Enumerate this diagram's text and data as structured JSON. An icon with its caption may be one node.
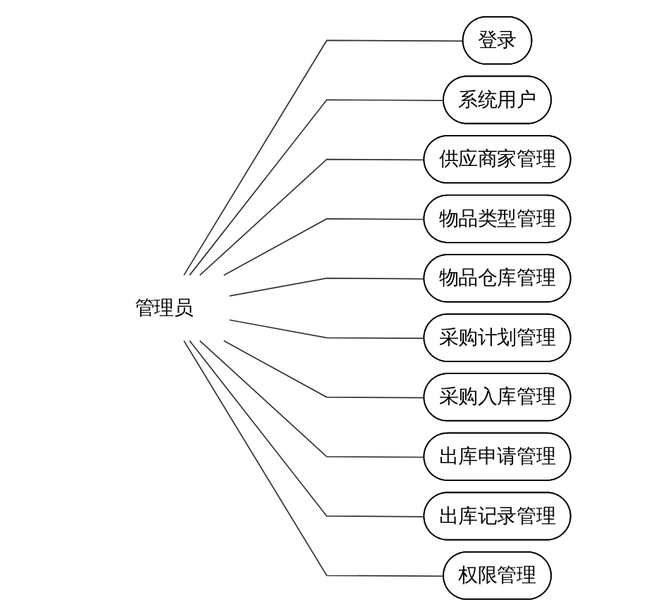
{
  "diagram": {
    "nodes": [
      {
        "text": [
          "管理员"
        ]
      },
      {
        "text": [
          "登录"
        ]
      },
      {
        "text": [
          "系统用户"
        ]
      },
      {
        "text": [
          "供应商家管理"
        ]
      },
      {
        "text": [
          "物品类型管理"
        ]
      },
      {
        "text": [
          "物品仓库管理"
        ]
      },
      {
        "text": [
          "采购计划管理"
        ]
      },
      {
        "text": [
          "采购入库管理"
        ]
      },
      {
        "text": [
          "出库申请管理"
        ]
      },
      {
        "text": [
          "出库记录管理"
        ]
      },
      {
        "text": [
          "权限管理"
        ]
      }
    ],
    "edges": [
      {
        "from": 0,
        "to": 1,
        "arrow": "none"
      },
      {
        "from": 0,
        "to": 2,
        "arrow": "none"
      },
      {
        "from": 0,
        "to": 3,
        "arrow": "none"
      },
      {
        "from": 0,
        "to": 4,
        "arrow": "none"
      },
      {
        "from": 0,
        "to": 5,
        "arrow": "none"
      },
      {
        "from": 0,
        "to": 6,
        "arrow": "none"
      },
      {
        "from": 0,
        "to": 7,
        "arrow": "none"
      },
      {
        "from": 0,
        "to": 8,
        "arrow": "none"
      },
      {
        "from": 0,
        "to": 9,
        "arrow": "none"
      },
      {
        "from": 0,
        "to": 10,
        "arrow": "none"
      }
    ]
  }
}
